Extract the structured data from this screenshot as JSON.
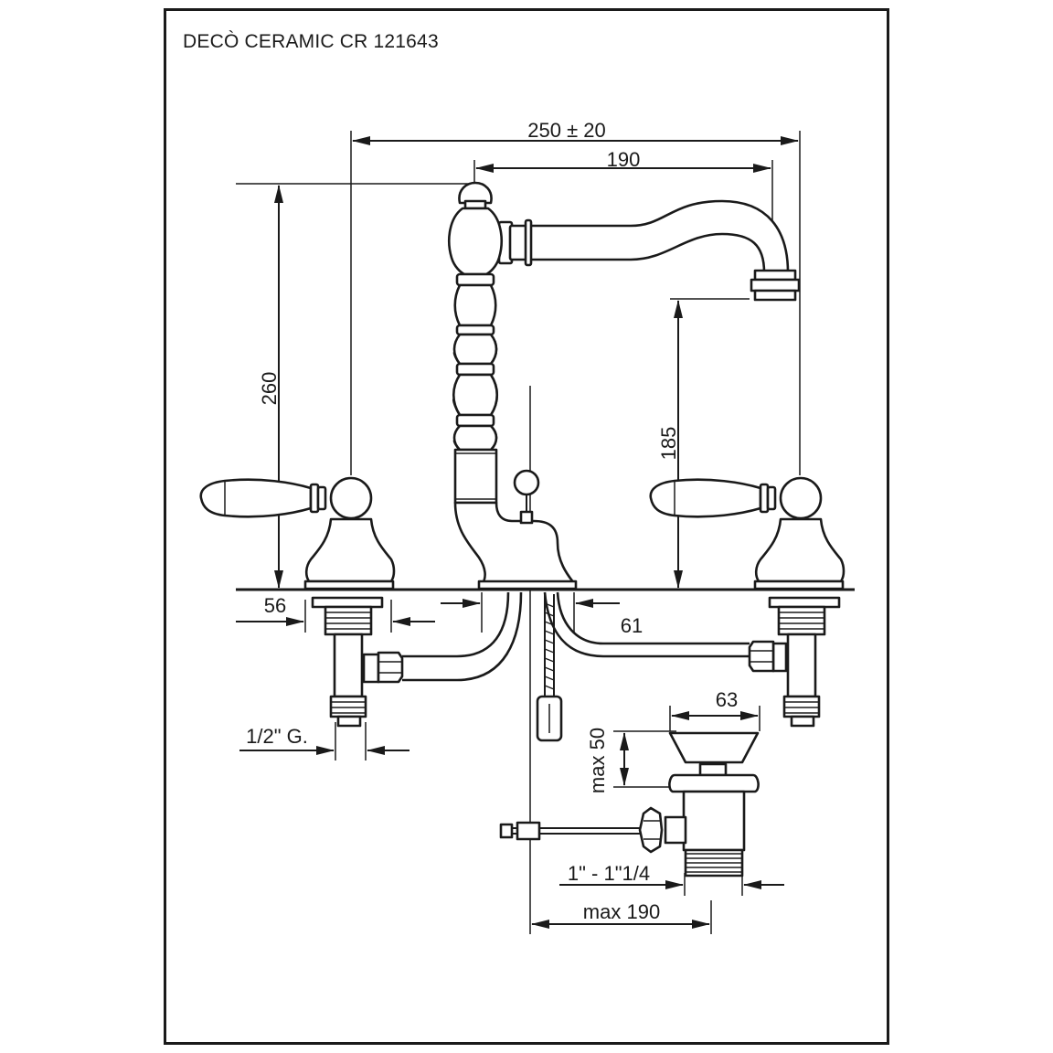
{
  "title": "DECÒ CERAMIC CR 121643",
  "dimensions": {
    "overall_width": "250 ± 20",
    "spout_reach": "190",
    "total_height": "260",
    "spout_height": "185",
    "handle_base": "56",
    "spout_base": "61",
    "inlet_thread": "1/2\" G.",
    "waste_head": "63",
    "waste_height": "max 50",
    "waste_thread": "1\" - 1\"1/4",
    "rod_distance": "max 190"
  },
  "colors": {
    "line": "#1a1a1a",
    "background": "#ffffff"
  }
}
